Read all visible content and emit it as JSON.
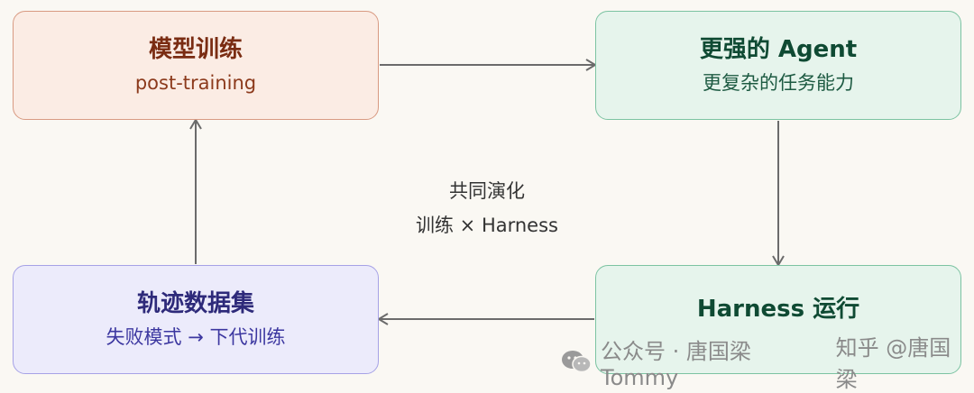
{
  "nodes": {
    "train": {
      "title": "模型训练",
      "subtitle": "post-training"
    },
    "agent": {
      "title": "更强的 Agent",
      "subtitle": "更复杂的任务能力"
    },
    "harness": {
      "title": "Harness 运行"
    },
    "data": {
      "title": "轨迹数据集",
      "subtitle": "失败模式 → 下代训练"
    }
  },
  "center": {
    "line1": "共同演化",
    "line2": "训练 × Harness"
  },
  "footer": {
    "wechat_label": "公众号 · 唐国梁Tommy",
    "zhihu_label": "知乎 @唐国梁"
  },
  "colors": {
    "train_bg": "#fbece4",
    "agent_bg": "#e6f4ec",
    "harness_bg": "#e6f4ec",
    "data_bg": "#ecebfb",
    "arrow": "#6b6b6b"
  }
}
